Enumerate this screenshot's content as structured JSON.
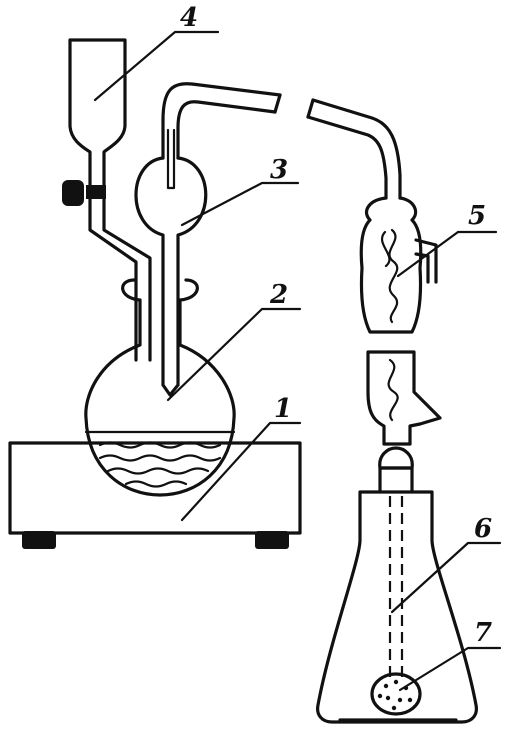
{
  "labels": {
    "l1": "1",
    "l2": "2",
    "l3": "3",
    "l4": "4",
    "l5": "5",
    "l6": "6",
    "l7": "7"
  },
  "colors": {
    "ink": "#111111",
    "background": "#ffffff"
  }
}
